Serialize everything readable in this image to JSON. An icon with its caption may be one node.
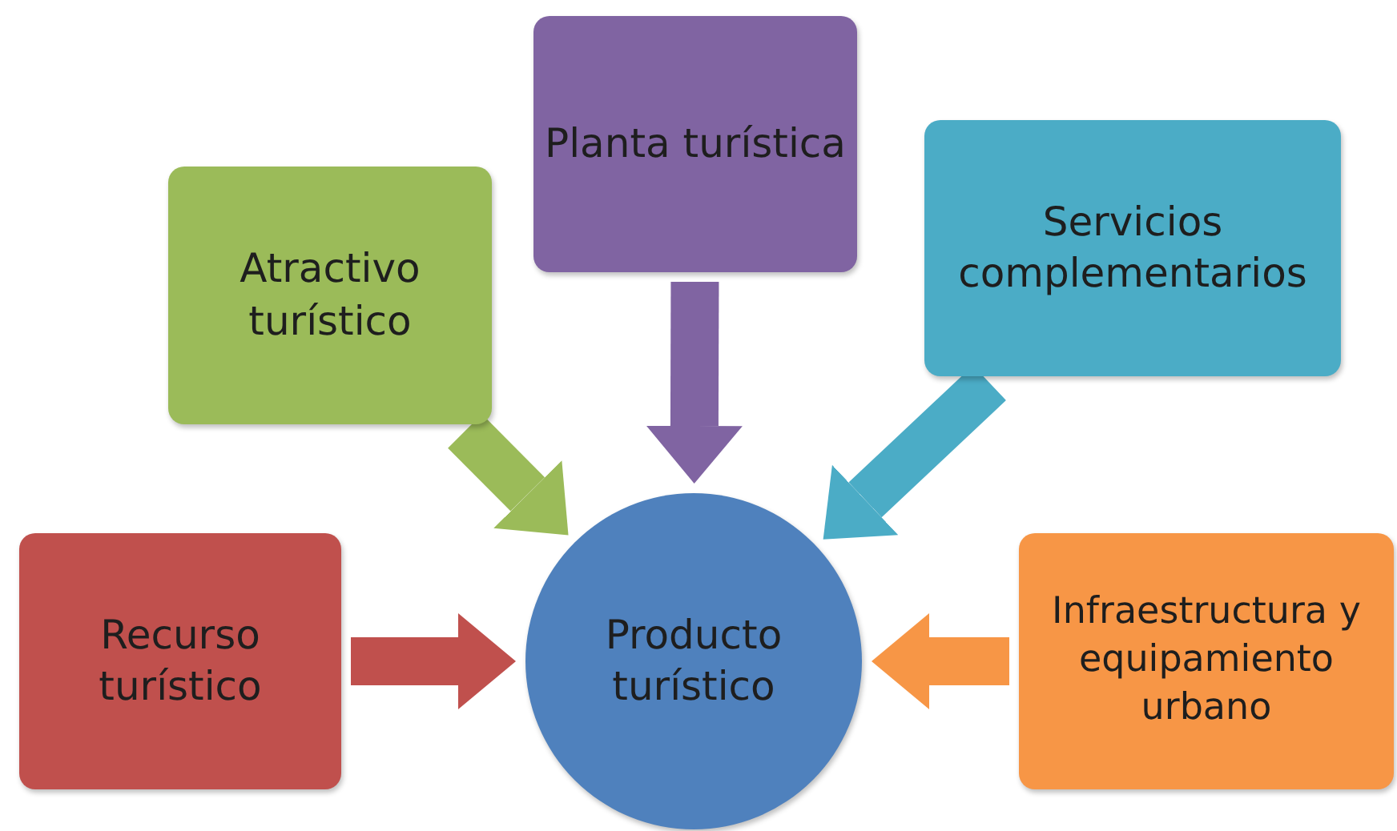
{
  "diagram": {
    "nodes": [
      {
        "text": [
          "Planta turística"
        ]
      },
      {
        "text": [
          "Atractivo turístico"
        ]
      },
      {
        "text": [
          "Servicios complementarios"
        ]
      },
      {
        "text": [
          "Recurso turístico"
        ]
      },
      {
        "text": [
          "Producto turístico"
        ]
      },
      {
        "text": [
          "Infraestructura y equipamiento urbano"
        ]
      }
    ],
    "edges": [
      {
        "from": 3,
        "to": 4,
        "arrow": "to",
        "color": "#c0504d"
      },
      {
        "from": 1,
        "to": 4,
        "arrow": "to",
        "color": "#9bbb59"
      },
      {
        "from": 0,
        "to": 4,
        "arrow": "to",
        "color": "#8064a2"
      },
      {
        "from": 2,
        "to": 4,
        "arrow": "to",
        "color": "#4bacc6"
      },
      {
        "from": 5,
        "to": 4,
        "arrow": "to",
        "color": "#f79646"
      }
    ]
  }
}
